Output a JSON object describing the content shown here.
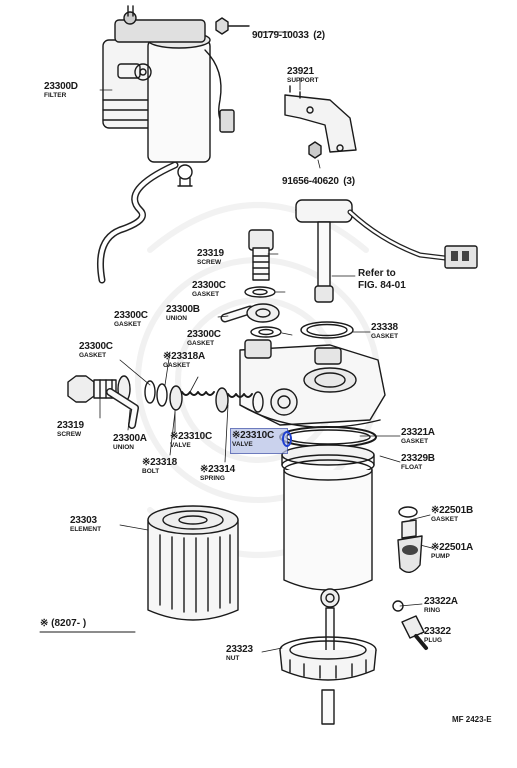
{
  "parts": {
    "filter_assy": {
      "number": "23300D",
      "name": "FILTER"
    },
    "bolt_top": {
      "number": "90179-10033",
      "qty": "(2)"
    },
    "support": {
      "number": "23921",
      "name": "SUPPORT"
    },
    "bolt_support": {
      "number": "91656-40620",
      "qty": "(3)"
    },
    "screw_upper": {
      "number": "23319",
      "name": "SCREW"
    },
    "gasket_a": {
      "number": "23300C",
      "name": "GASKET"
    },
    "union_upper": {
      "number": "23300B",
      "name": "UNION"
    },
    "gasket_b": {
      "number": "23300C",
      "name": "GASKET"
    },
    "gasket_left1": {
      "number": "23300C",
      "name": "GASKET"
    },
    "gasket_left2": {
      "number": "23300C",
      "name": "GASKET"
    },
    "gasket_318a": {
      "number": "※23318A",
      "name": "GASKET"
    },
    "screw_lower": {
      "number": "23319",
      "name": "SCREW"
    },
    "union_lower": {
      "number": "23300A",
      "name": "UNION"
    },
    "valve_1": {
      "number": "※23310C",
      "name": "VALVE"
    },
    "valve_2": {
      "number": "※23310C",
      "name": "VALVE"
    },
    "bolt_318": {
      "number": "※23318",
      "name": "BOLT"
    },
    "spring": {
      "number": "※23314",
      "name": "SPRING"
    },
    "gasket_338": {
      "number": "23338",
      "name": "GASKET"
    },
    "gasket_321a": {
      "number": "23321A",
      "name": "GASKET"
    },
    "float": {
      "number": "23329B",
      "name": "FLOAT"
    },
    "element": {
      "number": "23303",
      "name": "ELEMENT"
    },
    "gasket_501b": {
      "number": "※22501B",
      "name": "GASKET"
    },
    "pump": {
      "number": "※22501A",
      "name": "PUMP"
    },
    "ring": {
      "number": "23322A",
      "name": "RING"
    },
    "plug": {
      "number": "23322",
      "name": "PLUG"
    },
    "nut": {
      "number": "23323",
      "name": "NUT"
    }
  },
  "reference": {
    "line1": "Refer to",
    "line2": "FIG. 84-01"
  },
  "footnote": "※ (8207-      )",
  "figure_code": "MF 2423-E",
  "highlight_color": "#1f3fd0"
}
